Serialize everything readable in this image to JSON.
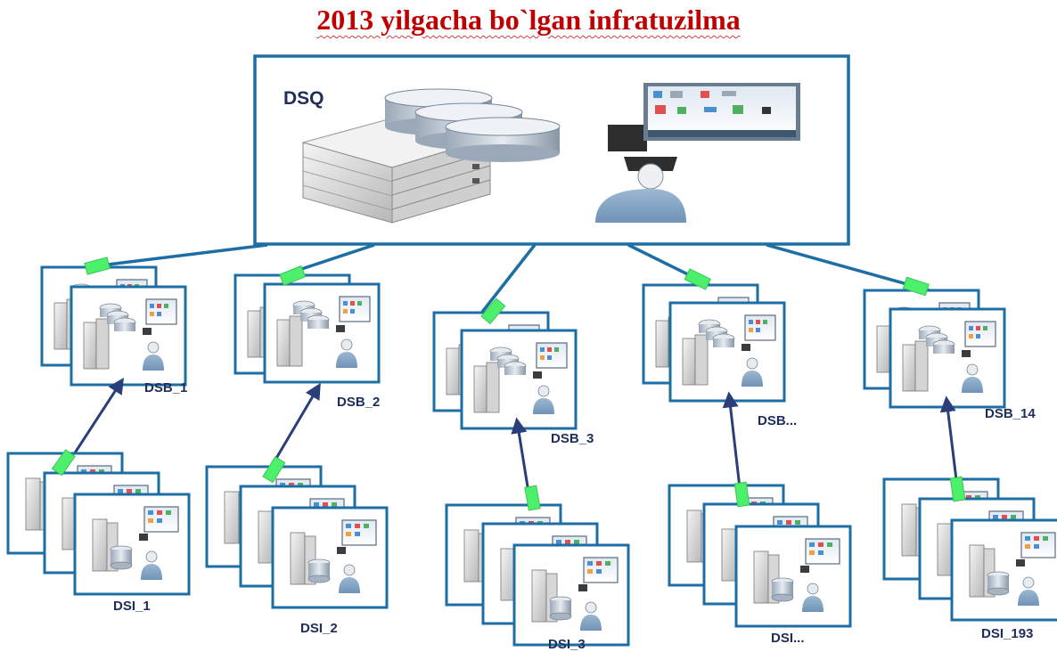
{
  "title": "2013 yilgacha bo`lgan infratuzilma",
  "root": {
    "label": "DSQ"
  },
  "colors": {
    "frame": "#1c6ea4",
    "line": "#1c6ea4",
    "arrow": "#2a3f7a",
    "connector": "#4cf06a",
    "title": "#c00000",
    "label": "#1f2d5a"
  },
  "icons": [
    "server-rack-icon",
    "database-icon",
    "monitor-icon",
    "user-icon",
    "tower-server-icon"
  ],
  "branches": [
    {
      "dsb": "DSB_1",
      "dsi": "DSI_1"
    },
    {
      "dsb": "DSB_2",
      "dsi": "DSI_2"
    },
    {
      "dsb": "DSB_3",
      "dsi": "DSI_3"
    },
    {
      "dsb": "DSB...",
      "dsi": "DSI..."
    },
    {
      "dsb": "DSB_14",
      "dsi": "DSI_193"
    }
  ]
}
